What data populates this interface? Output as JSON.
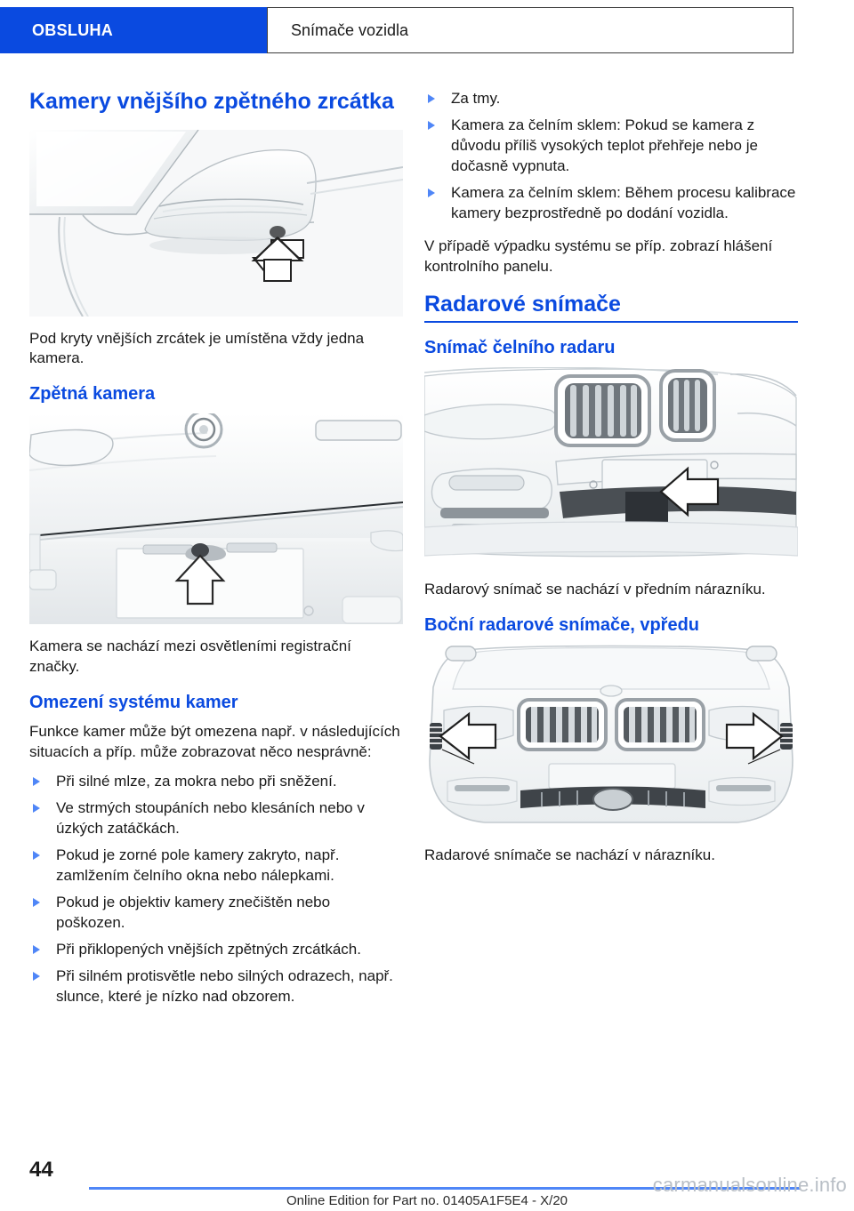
{
  "header": {
    "chapter": "OBSLUHA",
    "section": "Snímače vozidla"
  },
  "left_column": {
    "heading1": "Kamery vnějšího zpětného zrcátka",
    "figure1_alt": "exterior-mirror-camera-photo",
    "paragraph1": "Pod kryty vnějších zrcátek je umístěna vždy jedna kamera.",
    "heading2": "Zpětná kamera",
    "figure2_alt": "rear-view-camera-photo",
    "paragraph2": "Kamera se nachází mezi osvětleními registrační značky.",
    "heading3": "Omezení systému kamer",
    "paragraph3": "Funkce kamer může být omezena např. v následujících situacích a příp. může zobrazovat něco nesprávně:",
    "bullets": [
      "Při silné mlze, za mokra nebo při sněžení.",
      "Ve strmých stoupáních nebo klesáních nebo v úzkých zatáčkách.",
      "Pokud je zorné pole kamery zakryto, např. zamlžením čelního okna nebo nálepkami.",
      "Pokud je objektiv kamery znečištěn nebo poškozen.",
      "Při přiklopených vnějších zpětných zrcátkách.",
      "Při silném protisvětle nebo silných odrazech, např. slunce, které je nízko nad obzorem."
    ]
  },
  "right_column": {
    "bullets": [
      "Za tmy.",
      "Kamera za čelním sklem: Pokud se kamera z důvodu příliš vysokých teplot přehřeje nebo je dočasně vypnuta.",
      "Kamera za čelním sklem: Během procesu kalibrace kamery bezprostředně po dodání vozidla."
    ],
    "paragraph1": "V případě výpadku systému se příp. zobrazí hlášení kontrolního panelu.",
    "heading1": "Radarové snímače",
    "heading2": "Snímač čelního radaru",
    "figure1_alt": "front-radar-sensor-photo",
    "paragraph2": "Radarový snímač se nachází v předním nárazníku.",
    "heading3": "Boční radarové snímače, vpředu",
    "figure2_alt": "front-side-radar-sensors-photo",
    "paragraph3": "Radarové snímače se nachází v nárazníku."
  },
  "footer": {
    "page_number": "44",
    "edition_line": "Online Edition for Part no. 01405A1F5E4 - X/20",
    "watermark": "carmanualsonline.info"
  },
  "colors": {
    "brand_blue": "#0a4ae0",
    "bullet_blue": "#4f86f7",
    "rule_blue": "#4f86f7"
  }
}
